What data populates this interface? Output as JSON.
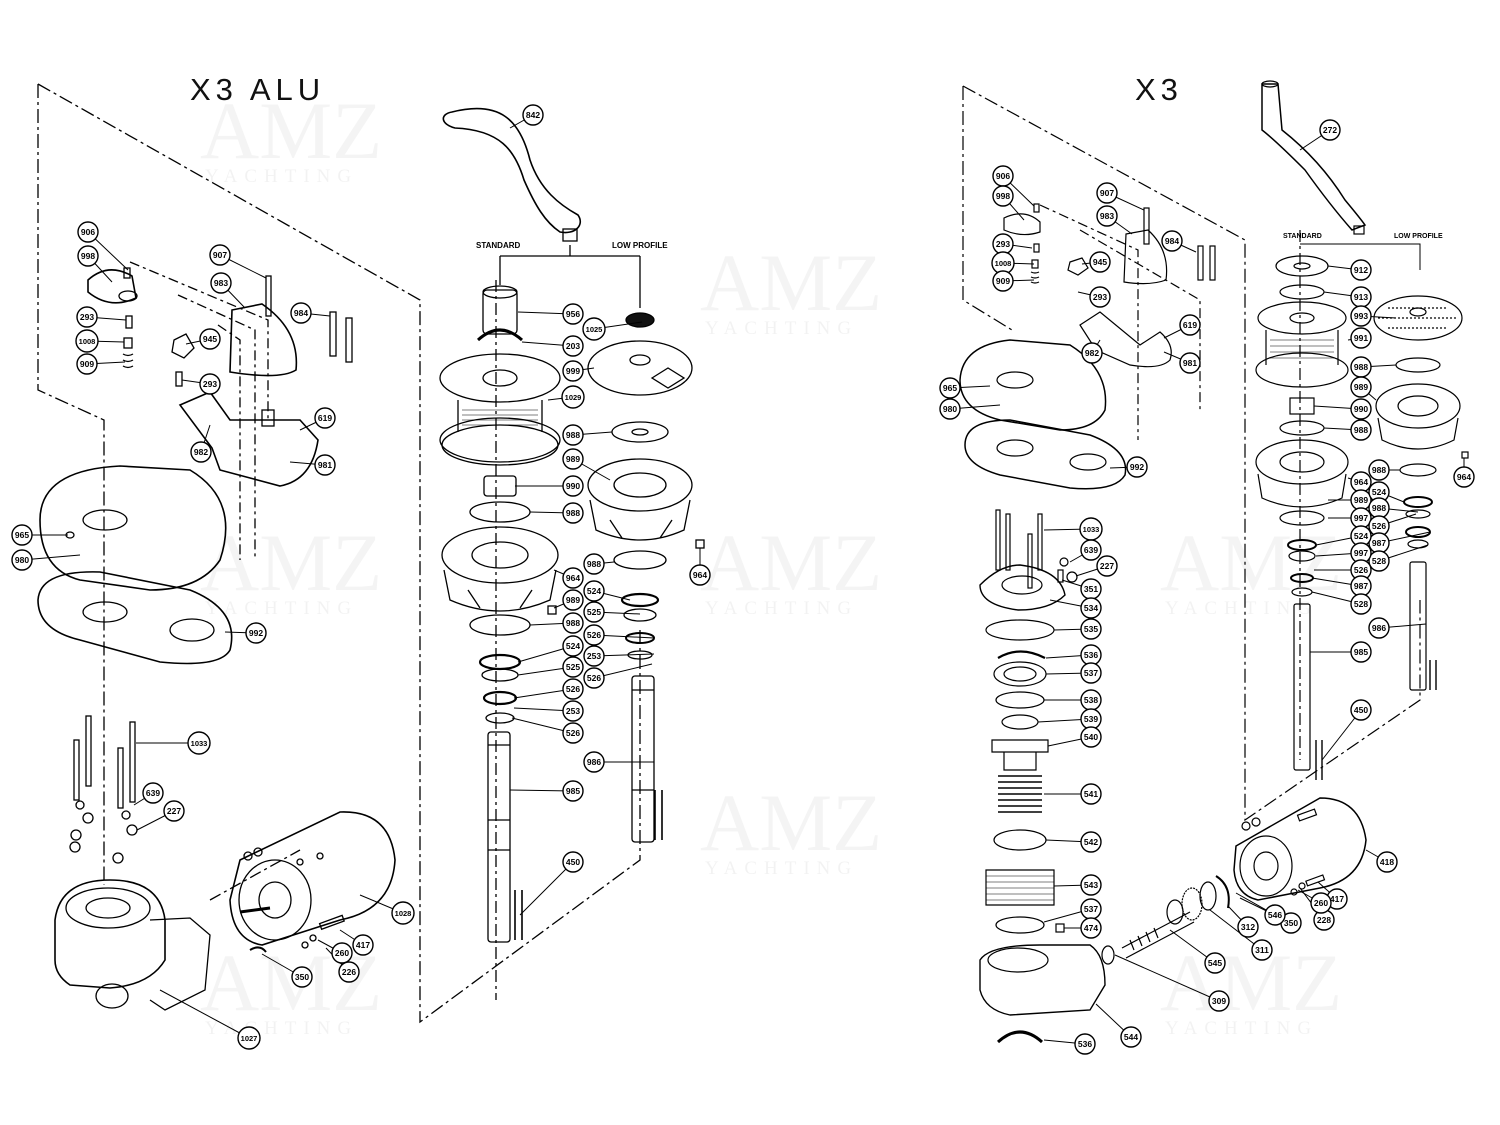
{
  "watermark": {
    "brand": "AMZ",
    "subtitle": "YACHTING"
  },
  "left": {
    "title": "X3 ALU",
    "caption_standard": "STANDARD",
    "caption_low_profile": "LOW PROFILE",
    "callouts": [
      "842",
      "906",
      "998",
      "907",
      "983",
      "293",
      "984",
      "1008",
      "945",
      "909",
      "293",
      "619",
      "982",
      "981",
      "965",
      "980",
      "992",
      "956",
      "1025",
      "203",
      "999",
      "1029",
      "988",
      "989",
      "990",
      "988",
      "988",
      "964",
      "989",
      "964",
      "524",
      "525",
      "988",
      "526",
      "524",
      "253",
      "525",
      "526",
      "526",
      "253",
      "526",
      "986",
      "985",
      "450",
      "1033",
      "639",
      "227",
      "1028",
      "260",
      "417",
      "350",
      "226",
      "1027"
    ]
  },
  "right": {
    "title": "X3",
    "caption_standard": "STANDARD",
    "caption_low_profile": "LOW PROFILE",
    "callouts": [
      "272",
      "906",
      "998",
      "907",
      "983",
      "984",
      "293",
      "945",
      "1008",
      "909",
      "293",
      "619",
      "982",
      "981",
      "965",
      "980",
      "992",
      "912",
      "913",
      "993",
      "991",
      "988",
      "989",
      "990",
      "988",
      "988",
      "964",
      "989",
      "964",
      "524",
      "997",
      "988",
      "526",
      "987",
      "524",
      "528",
      "997",
      "526",
      "987",
      "528",
      "986",
      "985",
      "450",
      "1033",
      "639",
      "227",
      "351",
      "534",
      "535",
      "536",
      "537",
      "538",
      "539",
      "540",
      "541",
      "542",
      "543",
      "537",
      "474",
      "544",
      "536",
      "418",
      "417",
      "228",
      "260",
      "350",
      "546",
      "312",
      "311",
      "545",
      "309"
    ]
  }
}
